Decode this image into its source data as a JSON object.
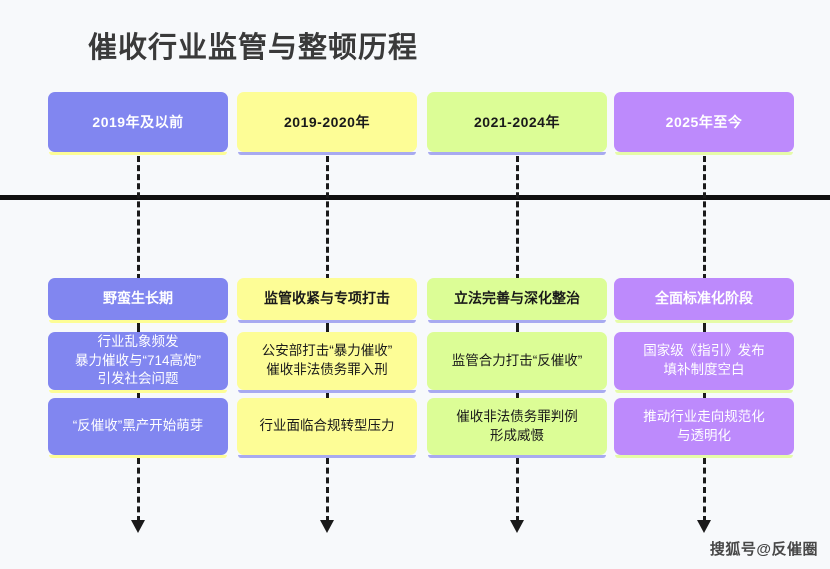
{
  "page": {
    "title": "催收行业监管与整顿历程",
    "background_color": "#f7f9fb",
    "axis_color": "#101010"
  },
  "watermark": {
    "text": "搜狐号@反催圈"
  },
  "timeline": {
    "columns": [
      {
        "header": "2019年及以前",
        "accent_color": "#8186f0",
        "shadow_color": "#fdfd96",
        "header_text_color": "#ffffff",
        "card_text_color": "#ffffff",
        "cards": [
          {
            "lines": [
              "野蛮生长期"
            ]
          },
          {
            "lines": [
              "行业乱象频发",
              "暴力催收与“714高炮”",
              "引发社会问题"
            ]
          },
          {
            "lines": [
              "“反催收”黑产开始萌芽"
            ]
          }
        ]
      },
      {
        "header": "2019-2020年",
        "accent_color": "#fdfd96",
        "shadow_color": "#a8aaf0",
        "header_text_color": "#1a1a1a",
        "card_text_color": "#1a1a1a",
        "cards": [
          {
            "lines": [
              "监管收紧与专项打击"
            ]
          },
          {
            "lines": [
              "公安部打击“暴力催收”",
              "催收非法债务罪入刑"
            ]
          },
          {
            "lines": [
              "行业面临合规转型压力"
            ]
          }
        ]
      },
      {
        "header": "2021-2024年",
        "accent_color": "#dcfd96",
        "shadow_color": "#a8aaf0",
        "header_text_color": "#1a1a1a",
        "card_text_color": "#1a1a1a",
        "cards": [
          {
            "lines": [
              "立法完善与深化整治"
            ]
          },
          {
            "lines": [
              "监管合力打击“反催收”"
            ]
          },
          {
            "lines": [
              "催收非法债务罪判例",
              "形成威慑"
            ]
          }
        ]
      },
      {
        "header": "2025年至今",
        "accent_color": "#bd8afc",
        "shadow_color": "#e6fba8",
        "header_text_color": "#ffffff",
        "card_text_color": "#ffffff",
        "cards": [
          {
            "lines": [
              "全面标准化阶段"
            ]
          },
          {
            "lines": [
              "国家级《指引》发布",
              "填补制度空白"
            ]
          },
          {
            "lines": [
              "推动行业走向规范化",
              "与透明化"
            ]
          }
        ]
      }
    ]
  }
}
